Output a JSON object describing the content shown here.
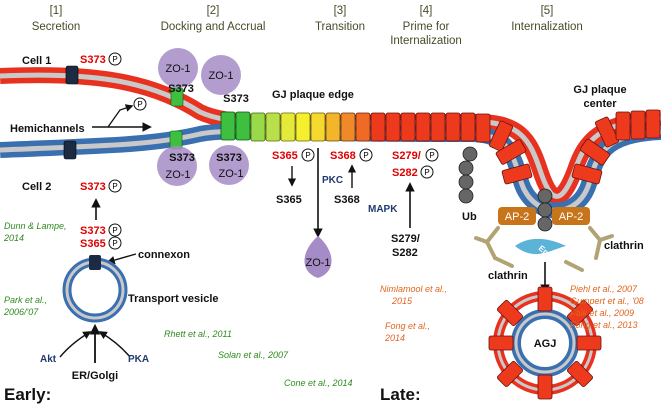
{
  "stages": [
    {
      "num": "[1]",
      "label": "Secretion"
    },
    {
      "num": "[2]",
      "label": "Docking and Accrual"
    },
    {
      "num": "[3]",
      "label": "Transition"
    },
    {
      "num": "[4]",
      "label": "Prime for"
    },
    {
      "num": "[5]",
      "label": "Internalization"
    }
  ],
  "stage4_line2": "Internalization",
  "cells": {
    "cell1": "Cell 1",
    "cell2": "Cell 2"
  },
  "labels": {
    "hemichannels": "Hemichannels",
    "gj_plaque_edge": "GJ plaque edge",
    "gj_plaque_center_1": "GJ plaque",
    "gj_plaque_center_2": "center",
    "connexon": "connexon",
    "transport_vesicle": "Transport vesicle",
    "er_golgi": "ER/Golgi",
    "ub": "Ub",
    "ap2": "AP-2",
    "clathrin": "clathrin",
    "eps15": "Eps15",
    "agj": "AGJ",
    "zo1": "ZO-1",
    "early": "Early:",
    "late": "Late:"
  },
  "phospho": {
    "s373": "S373",
    "s365": "S365",
    "s368": "S368",
    "s279": "S279/",
    "s282": "S282",
    "s365_plain": "S365",
    "s368_plain": "S368",
    "s279_282_1": "S279/",
    "s279_282_2": "S282",
    "p": "P"
  },
  "kinases": {
    "akt": "Akt",
    "pka": "PKA",
    "pkc": "PKC",
    "mapk": "MAPK"
  },
  "refs_green": {
    "dunn_1": "Dunn & Lampe,",
    "dunn_2": "2014",
    "park_1": "Park et al.,",
    "park_2": "2006/'07",
    "rhett": "Rhett et al., 2011",
    "solan": "Solan et al., 2007",
    "cone": "Cone et al., 2014"
  },
  "refs_orange": {
    "nimla_1": "Nimlamool et al.,",
    "nimla_2": "2015",
    "fong_1": "Fong et al.,",
    "fong_2": "2014",
    "piehl": "Piehl et al., 2007",
    "gumpert": "Gumpert et al., '08",
    "falk": "Falk et al., 2009",
    "fong2013": "Fong et al., 2013"
  },
  "colors": {
    "membrane_red": "#e8311e",
    "membrane_blue": "#3a6fb0",
    "membrane_gray": "#c9c9c9",
    "zo1": "#a58cc6",
    "ap2": "#c7741b",
    "clathrin": "#b2a374",
    "eps15": "#5bb3d8"
  }
}
